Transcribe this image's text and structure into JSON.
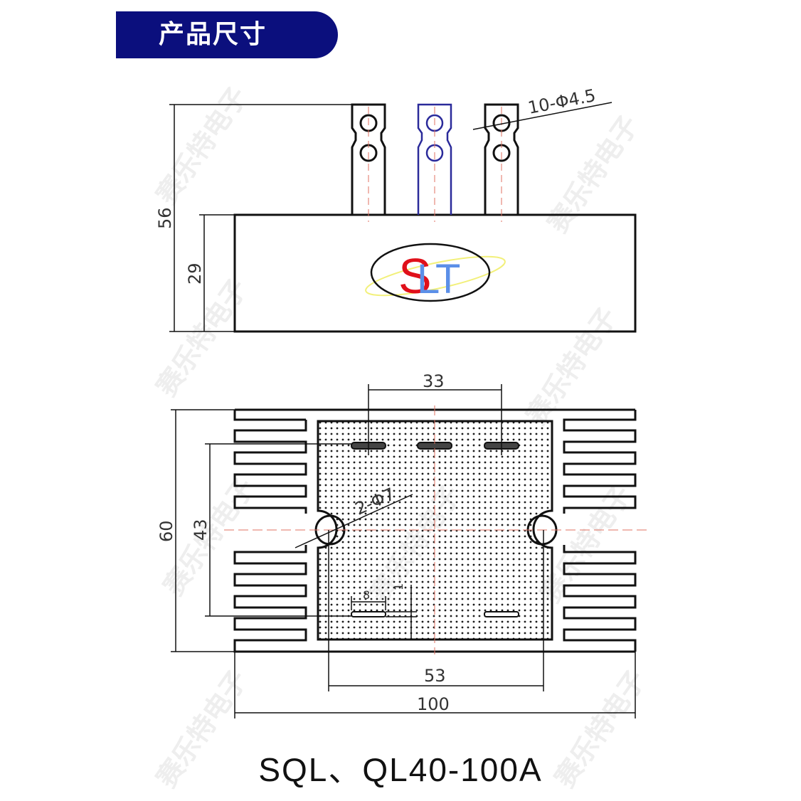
{
  "header": {
    "title": "产品尺寸",
    "bg_color": "#0b0f7d"
  },
  "watermark": {
    "text": "赛乐特电子"
  },
  "side_view": {
    "dims": {
      "total_height": "56",
      "body_height": "29",
      "terminal_holes": "10-Φ4.5"
    },
    "logo": {
      "letters": [
        "S",
        "L",
        "T"
      ],
      "s_color": "#e0101a",
      "lt_color": "#5b8fe8",
      "orbit_color": "#f2f07a"
    }
  },
  "top_view": {
    "dims": {
      "terminal_pitch": "33",
      "mount_holes": "2-Φ7",
      "height": "60",
      "hole_spacing_v": "43",
      "slot_length": "8",
      "slot_offset": "1",
      "hole_spacing_h": "53",
      "width": "100"
    }
  },
  "model": {
    "label": "SQL、QL40-100A"
  }
}
